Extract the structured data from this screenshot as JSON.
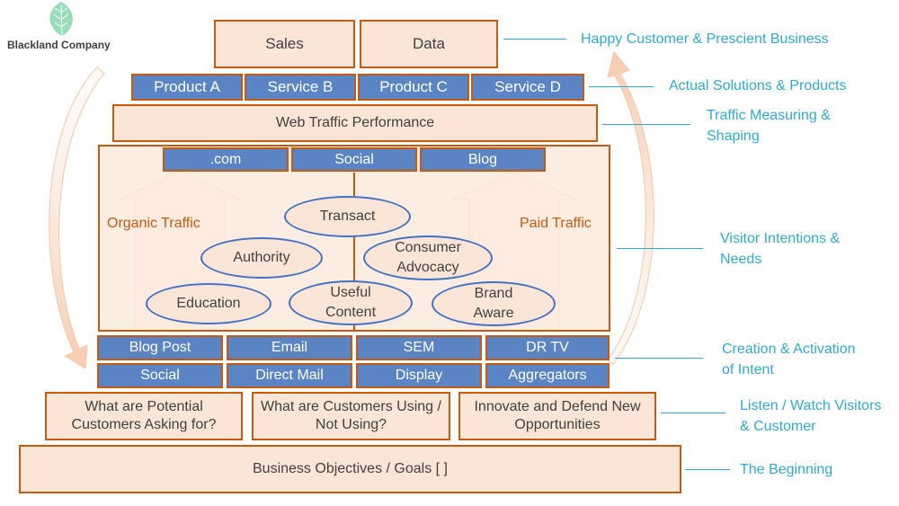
{
  "company": {
    "name": "Blackland Company"
  },
  "tiers": {
    "top": [
      "Sales",
      "Data"
    ],
    "products": [
      "Product A",
      "Service B",
      "Product C",
      "Service D"
    ],
    "web_traffic": "Web Traffic Performance",
    "channels": [
      ".com",
      "Social",
      "Blog"
    ],
    "organic": "Organic Traffic",
    "paid": "Paid Traffic",
    "intents": {
      "transact": "Transact",
      "authority": "Authority",
      "consumer_advocacy": "Consumer Advocacy",
      "education": "Education",
      "useful_content": "Useful Content",
      "brand_aware": "Brand Aware"
    },
    "activation_row1": [
      "Blog Post",
      "Email",
      "SEM",
      "DR TV"
    ],
    "activation_row2": [
      "Social",
      "Direct Mail",
      "Display",
      "Aggregators"
    ],
    "listen": [
      "What are Potential Customers Asking for?",
      "What are Customers Using / Not Using?",
      "Innovate and Defend New Opportunities"
    ],
    "base": "Business Objectives / Goals [   ]"
  },
  "labels": {
    "happy": "Happy Customer & Prescient Business",
    "actual": "Actual Solutions & Products",
    "traffic": "Traffic Measuring & Shaping",
    "visitor": "Visitor Intentions & Needs",
    "creation": "Creation & Activation of Intent",
    "listen": "Listen / Watch Visitors & Customer",
    "beginning": "The Beginning"
  },
  "colors": {
    "peach_fill": "#fbe5d6",
    "orange_border": "#c55a11",
    "blue_fill": "#5b84c4",
    "oval_border": "#4472c4",
    "label_teal": "#2eaad4",
    "logo_green": "#7fd3a6"
  },
  "icons": {
    "logo": "leaf-icon"
  }
}
